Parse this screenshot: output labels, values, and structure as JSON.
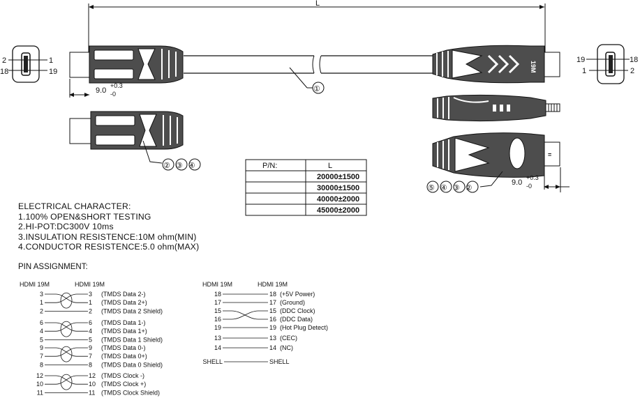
{
  "dimension": {
    "length_label": "L",
    "tolerance_left": "9.0",
    "tolerance_left_sup": "+0.3",
    "tolerance_left_sub": "-0",
    "tolerance_right": "9.0",
    "tolerance_right_sup": "+0.3",
    "tolerance_right_sub": "-0"
  },
  "callouts": {
    "cable": "①",
    "left_plug": "②③④",
    "right_plug": "⑤④③②"
  },
  "left_connector_face": {
    "pin_top_left": "2",
    "pin_top_right": "1",
    "pin_bottom_left": "18",
    "pin_bottom_right": "19"
  },
  "right_connector_face": {
    "pin_top_left": "19",
    "pin_top_right": "18",
    "pin_bottom_left": "1",
    "pin_bottom_right": "2"
  },
  "plug_marking": "19M",
  "pn_table": {
    "headers": [
      "P/N:",
      "L"
    ],
    "rows": [
      [
        "",
        "20000±1500"
      ],
      [
        "",
        "30000±1500"
      ],
      [
        "",
        "40000±2000"
      ],
      [
        "",
        "45000±2000"
      ]
    ]
  },
  "electrical": {
    "title": "ELECTRICAL CHARACTER:",
    "items": [
      "1.100% OPEN&SHORT TESTING",
      "2.HI-POT:DC300V 10ms",
      "3.INSULATION RESISTENCE:10M ohm(MIN)",
      "4.CONDUCTOR RESISTENCE:5.0 ohm(MAX)"
    ]
  },
  "pin_assignment": {
    "title": "PIN ASSIGNMENT:",
    "left_header_a": "HDMI 19M",
    "left_header_b": "HDMI 19M",
    "right_header_a": "HDMI 19M",
    "right_header_b": "HDMI 19M",
    "left_groups": [
      [
        {
          "a": "3",
          "b": "3",
          "desc": "(TMDS Data 2-)"
        },
        {
          "a": "1",
          "b": "1",
          "desc": "(TMDS Data 2+)"
        },
        {
          "a": "2",
          "b": "2",
          "desc": "(TMDS Data 2 Shield)"
        }
      ],
      [
        {
          "a": "6",
          "b": "6",
          "desc": "(TMDS Data 1-)"
        },
        {
          "a": "4",
          "b": "4",
          "desc": "(TMDS Data 1+)"
        },
        {
          "a": "5",
          "b": "5",
          "desc": "(TMDS Data 1 Shield)"
        }
      ],
      [
        {
          "a": "9",
          "b": "9",
          "desc": "(TMDS Data 0-)"
        },
        {
          "a": "7",
          "b": "7",
          "desc": "(TMDS Data 0+)"
        },
        {
          "a": "8",
          "b": "8",
          "desc": "(TMDS Data 0 Shield)"
        }
      ],
      [
        {
          "a": "12",
          "b": "12",
          "desc": "(TMDS Clock -)"
        },
        {
          "a": "10",
          "b": "10",
          "desc": "(TMDS Clock +)"
        },
        {
          "a": "11",
          "b": "11",
          "desc": "(TMDS Clock Shield)"
        }
      ]
    ],
    "right_rows": [
      {
        "a": "18",
        "b": "18",
        "desc": "(+5V Power)"
      },
      {
        "a": "17",
        "b": "17",
        "desc": "(Ground)"
      },
      {
        "a": "15",
        "b": "15",
        "desc": "(DDC Clock)"
      },
      {
        "a": "16",
        "b": "16",
        "desc": "(DDC Data)"
      },
      {
        "a": "19",
        "b": "19",
        "desc": "(Hot Plug Detect)"
      },
      {
        "a": "13",
        "b": "13",
        "desc": "(CEC)"
      },
      {
        "a": "14",
        "b": "14",
        "desc": "(NC)"
      },
      {
        "a": "SHELL",
        "b": "SHELL",
        "desc": ""
      }
    ]
  }
}
